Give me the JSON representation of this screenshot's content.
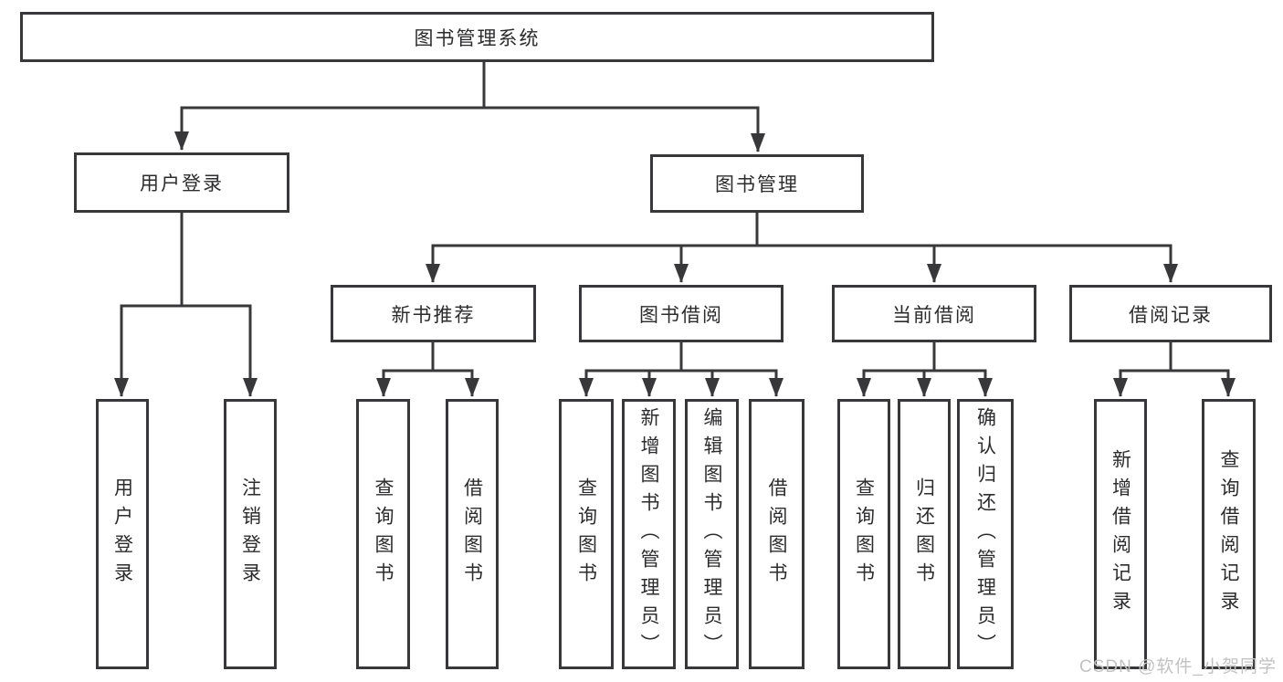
{
  "tree": {
    "label": "图书管理系统",
    "children": [
      {
        "label": "用户登录",
        "children": [
          {
            "label": "用户登录"
          },
          {
            "label": "注销登录"
          }
        ]
      },
      {
        "label": "图书管理",
        "children": [
          {
            "label": "新书推荐",
            "children": [
              {
                "label": "查询图书"
              },
              {
                "label": "借阅图书"
              }
            ]
          },
          {
            "label": "图书借阅",
            "children": [
              {
                "label": "查询图书"
              },
              {
                "label": "新增图书（管理员）"
              },
              {
                "label": "编辑图书（管理员）"
              },
              {
                "label": "借阅图书"
              }
            ]
          },
          {
            "label": "当前借阅",
            "children": [
              {
                "label": "查询图书"
              },
              {
                "label": "归还图书"
              },
              {
                "label": "确认归还（管理员）"
              }
            ]
          },
          {
            "label": "借阅记录",
            "children": [
              {
                "label": "新增借阅记录"
              },
              {
                "label": "查询借阅记录"
              }
            ]
          }
        ]
      }
    ]
  },
  "watermark": "CSDN @软件_小贺同学",
  "colors": {
    "line": "#38383b",
    "text": "#2c2c2e",
    "watermark": "#c2c2c2"
  }
}
